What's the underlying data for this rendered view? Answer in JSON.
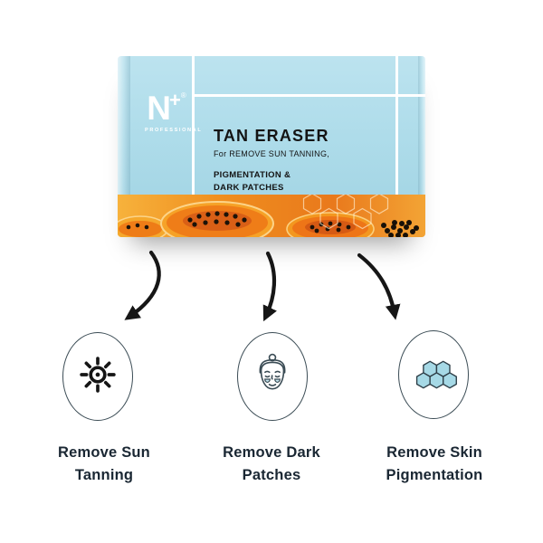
{
  "product": {
    "brand": {
      "letter": "N",
      "plus": "+",
      "registered": "®",
      "sub": "PROFESSIONAL"
    },
    "packet": {
      "title": "TAN ERASER",
      "subtitle": "For REMOVE SUN TANNING,",
      "claim_line1": "PIGMENTATION &",
      "claim_line2": "DARK PATCHES"
    }
  },
  "benefits": [
    {
      "icon": "sun-icon",
      "label": "Remove Sun Tanning"
    },
    {
      "icon": "face-dark-patches-icon",
      "label": "Remove Dark Patches"
    },
    {
      "icon": "honeycomb-pigmentation-icon",
      "label": "Remove Skin Pigmentation"
    }
  ],
  "colors": {
    "packet-blue": "#aedcea",
    "packet-text": "#141414",
    "label-color": "#1a2733",
    "icon-stroke": "#3b4c55",
    "hex-fill": "#a6d9e6",
    "arrow-color": "#161616",
    "papaya-orange": "#ee871d"
  }
}
